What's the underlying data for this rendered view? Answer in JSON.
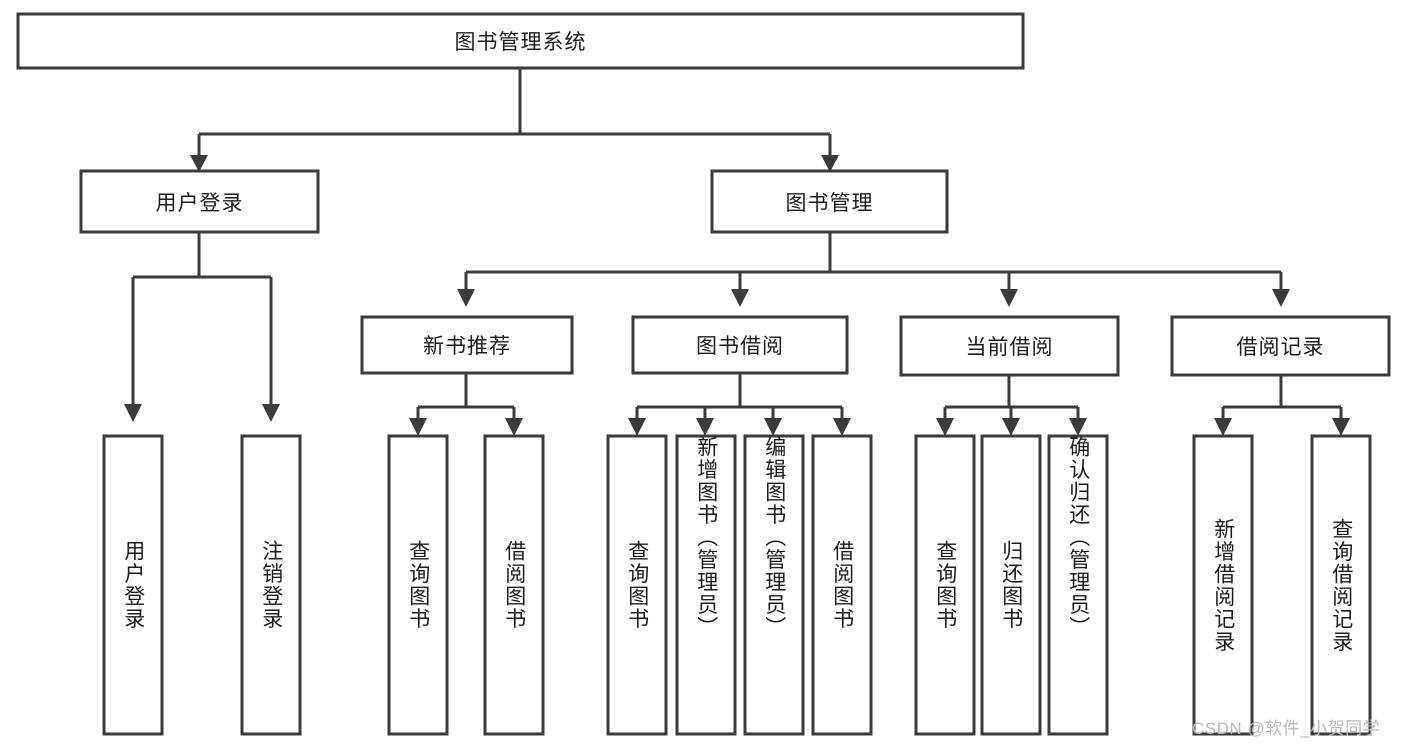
{
  "diagram": {
    "type": "tree-hierarchy",
    "title": "图书管理系统",
    "watermark": "CSDN @软件_小贺同学",
    "colors": {
      "stroke": "#3b3b3b",
      "fill": "#ffffff",
      "text": "#1c1c1c",
      "watermark": "#b9b9b9",
      "background": "#ffffff"
    },
    "root": {
      "id": "root",
      "label": "图书管理系统",
      "orientation": "horizontal"
    },
    "level2": [
      {
        "id": "user-login",
        "label": "用户登录",
        "orientation": "horizontal"
      },
      {
        "id": "book-manage",
        "label": "图书管理",
        "orientation": "horizontal"
      }
    ],
    "level3": [
      {
        "id": "new-book-recommend",
        "label": "新书推荐",
        "orientation": "horizontal",
        "parent": "book-manage"
      },
      {
        "id": "book-borrow",
        "label": "图书借阅",
        "orientation": "horizontal",
        "parent": "book-manage"
      },
      {
        "id": "current-borrow",
        "label": "当前借阅",
        "orientation": "horizontal",
        "parent": "book-manage"
      },
      {
        "id": "borrow-record",
        "label": "借阅记录",
        "orientation": "horizontal",
        "parent": "book-manage"
      }
    ],
    "leaves": [
      {
        "id": "leaf-user-login",
        "label": "用户登录",
        "orientation": "vertical",
        "parent": "user-login"
      },
      {
        "id": "leaf-logout",
        "label": "注销登录",
        "orientation": "vertical",
        "parent": "user-login"
      },
      {
        "id": "leaf-query-book-1",
        "label": "查询图书",
        "orientation": "vertical",
        "parent": "new-book-recommend"
      },
      {
        "id": "leaf-borrow-book-1",
        "label": "借阅图书",
        "orientation": "vertical",
        "parent": "new-book-recommend"
      },
      {
        "id": "leaf-query-book-2",
        "label": "查询图书",
        "orientation": "vertical",
        "parent": "book-borrow"
      },
      {
        "id": "leaf-add-book",
        "label": "新增图书（管理员）",
        "orientation": "vertical",
        "parent": "book-borrow"
      },
      {
        "id": "leaf-edit-book",
        "label": "编辑图书（管理员）",
        "orientation": "vertical",
        "parent": "book-borrow"
      },
      {
        "id": "leaf-borrow-book-2",
        "label": "借阅图书",
        "orientation": "vertical",
        "parent": "book-borrow"
      },
      {
        "id": "leaf-query-book-3",
        "label": "查询图书",
        "orientation": "vertical",
        "parent": "current-borrow"
      },
      {
        "id": "leaf-return-book",
        "label": "归还图书",
        "orientation": "vertical",
        "parent": "current-borrow"
      },
      {
        "id": "leaf-confirm-return",
        "label": "确认归还（管理员）",
        "orientation": "vertical",
        "parent": "current-borrow"
      },
      {
        "id": "leaf-add-record",
        "label": "新增借阅记录",
        "orientation": "vertical",
        "parent": "borrow-record"
      },
      {
        "id": "leaf-query-record",
        "label": "查询借阅记录",
        "orientation": "vertical",
        "parent": "borrow-record"
      }
    ]
  }
}
